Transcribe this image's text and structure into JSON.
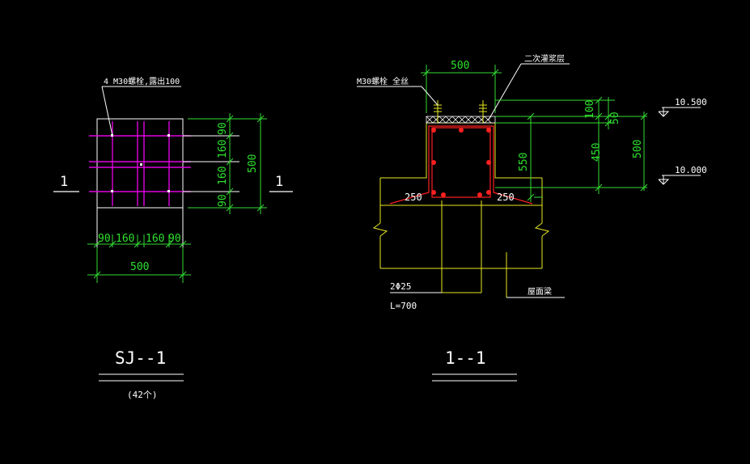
{
  "colors": {
    "background": "#000000",
    "outline": "#ffffff",
    "dimension": "#33dd33",
    "bolt": "#e000e0",
    "rebar": "#ff2020",
    "concrete": "#e8e820",
    "hatch": "#ffffff"
  },
  "plan": {
    "callout": "4 M30螺栓,露出100",
    "section_mark": "1",
    "dims_vertical": [
      "90",
      "160",
      "160",
      "90"
    ],
    "dim_vertical_total": "500",
    "dims_horizontal": [
      "90",
      "160",
      "160",
      "90"
    ],
    "dim_horizontal_total": "500",
    "title": "SJ--1",
    "count": "(42个)"
  },
  "section": {
    "dim_top": "500",
    "callout_grout": "二次灌浆层",
    "callout_bolt": "M30螺栓 全丝",
    "dim_100": "100",
    "dim_50": "50",
    "dim_450": "450",
    "dim_550": "550",
    "dim_500": "500",
    "dim_250_left": "250",
    "dim_250_right": "250",
    "elev_top": "10.500",
    "elev_bottom": "10.000",
    "rebar_note": "2Φ25",
    "rebar_length": "L=700",
    "beam_label": "屋面梁",
    "title": "1--1"
  }
}
